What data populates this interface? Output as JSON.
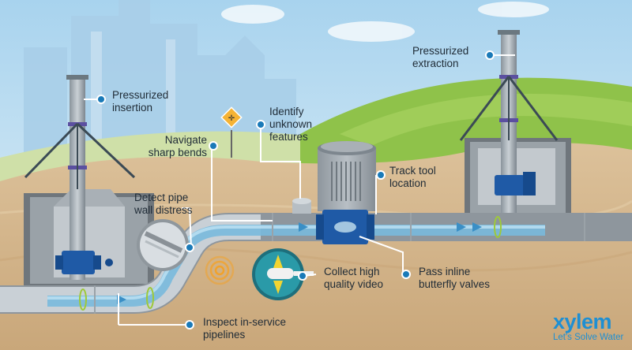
{
  "labels": {
    "pressurized_insertion": "Pressurized\ninsertion",
    "pressurized_extraction": "Pressurized\nextraction",
    "identify_unknown": "Identify\nunknown\nfeatures",
    "navigate_bends": "Navigate\nsharp bends",
    "track_tool": "Track tool\nlocation",
    "detect_distress": "Detect pipe\nwall distress",
    "collect_video": "Collect high\nquality video",
    "pass_valves": "Pass inline\nbutterfly valves",
    "inspect_pipelines": "Inspect in-service\npipelines"
  },
  "logo": {
    "word": "xylem",
    "tagline": "Let's Solve Water"
  },
  "colors": {
    "sky": "#cfe6f2",
    "buildings": "#9fc8e6",
    "hill_far": "#cfe0a8",
    "hill_near": "#8fc24a",
    "soil": "#d5b88d",
    "pipe": "#c9d0d6",
    "water": "#79b9dd",
    "valve": "#1f5aa6",
    "callout_dot": "#1a7ab8",
    "brand": "#1e8fd3"
  }
}
